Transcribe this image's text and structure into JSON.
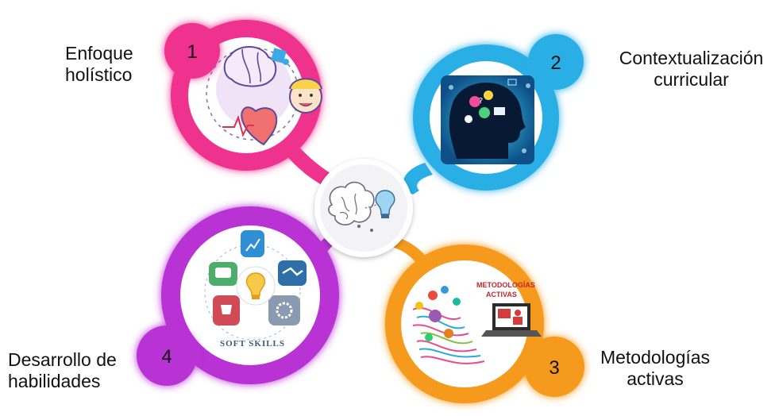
{
  "items": [
    {
      "number": "1",
      "line1": "Enfoque",
      "line2": "holístico",
      "color": "#f0338f",
      "icon": "holistic-brain-heart-face-icon"
    },
    {
      "number": "2",
      "line1": "Contextualización",
      "line2": "curricular",
      "color": "#29aee6",
      "icon": "head-with-ideas-icon"
    },
    {
      "number": "3",
      "line1": "Metodologías",
      "line2": "activas",
      "color": "#f59a1c",
      "icon": "active-methodologies-laptop-icon"
    },
    {
      "number": "4",
      "line1": "Desarrollo de",
      "line2": "habilidades",
      "color": "#b832d4",
      "icon": "soft-skills-icon"
    }
  ],
  "center": {
    "icon": "brain-lightbulb-icon"
  },
  "soft_skills_text": "SOFT SKILLS",
  "metodologias_text": [
    "METODOLOGÍAS",
    "ACTIVAS"
  ]
}
